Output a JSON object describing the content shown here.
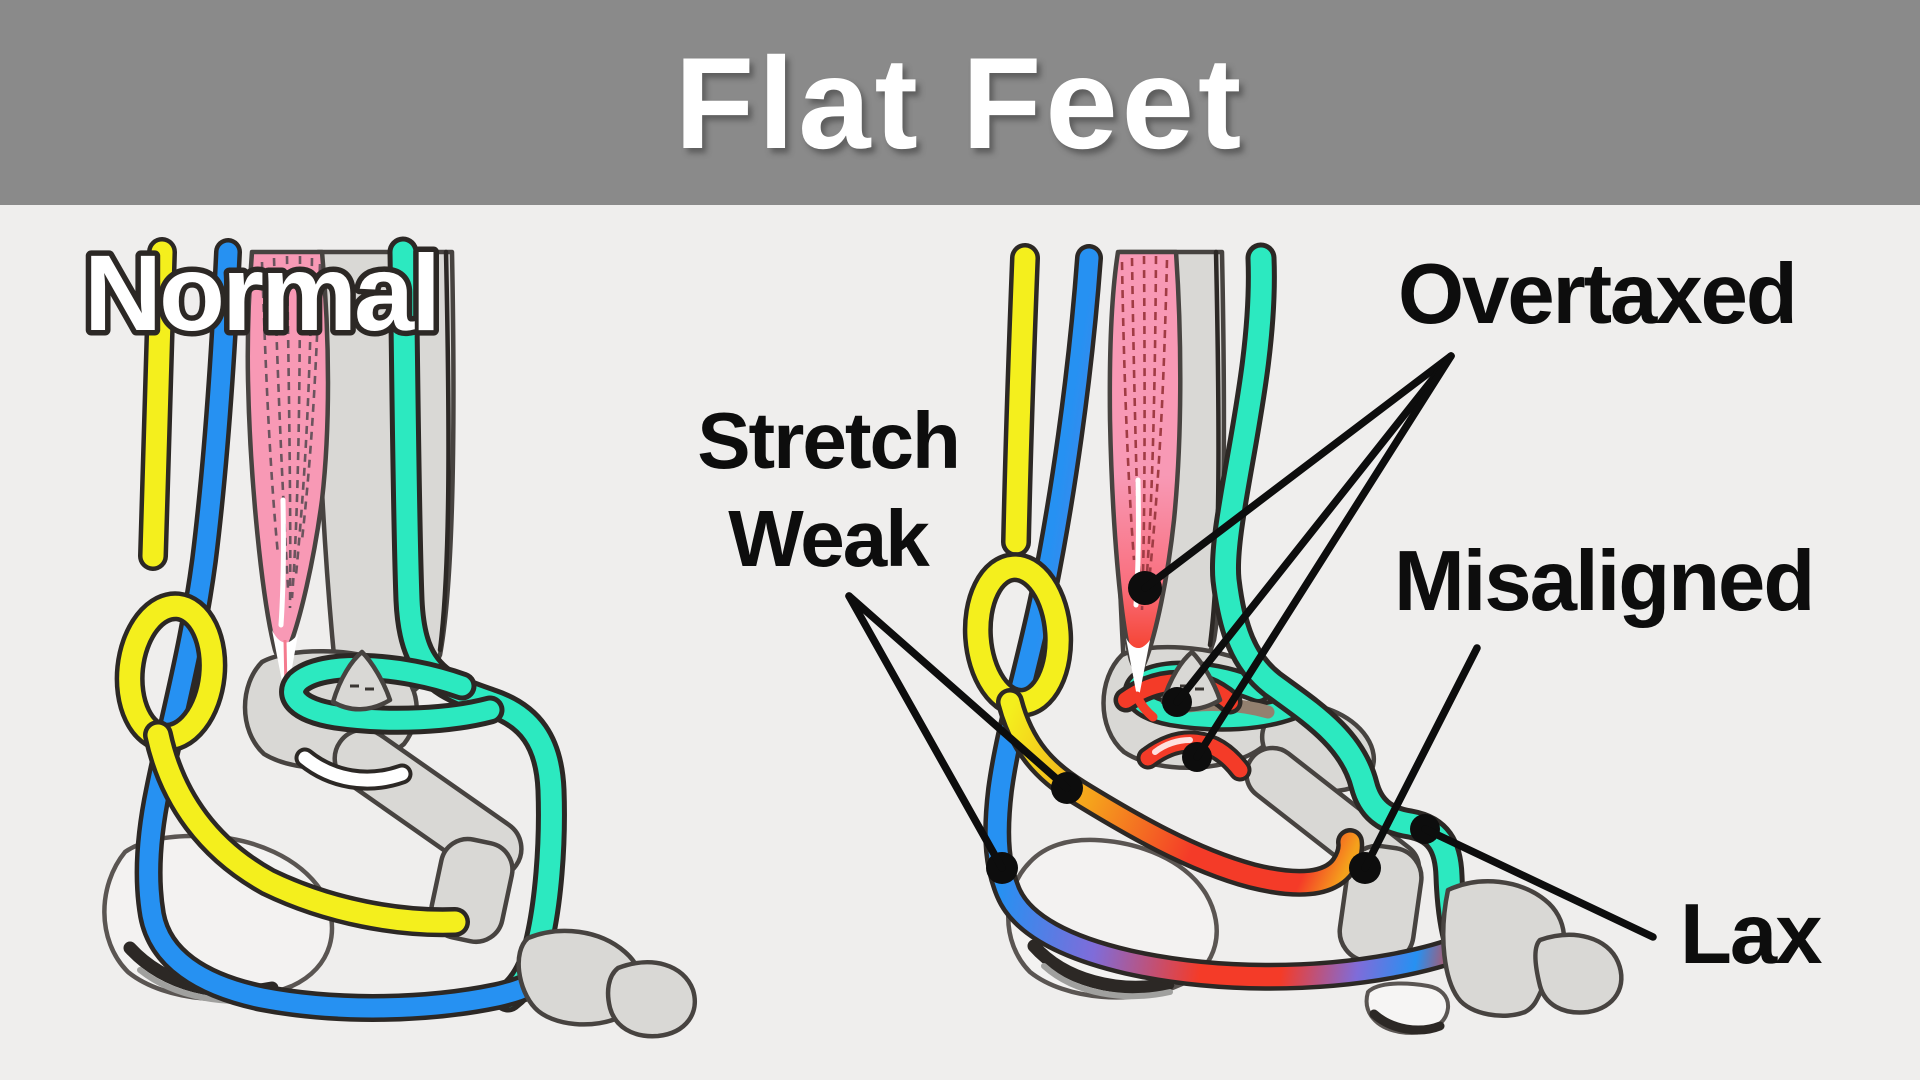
{
  "title": "Flat Feet",
  "figures": {
    "normal": {
      "label": "Normal"
    },
    "flat": {
      "labels": {
        "stretch_line1": "Stretch",
        "stretch_line2": "Weak",
        "overtaxed": "Overtaxed",
        "misaligned": "Misaligned",
        "lax": "Lax"
      }
    }
  },
  "colors": {
    "banner": "#8a8a8a",
    "background": "#efeeed",
    "title_text": "#ffffff",
    "label_text": "#0d0d0d",
    "outline_dark": "#2c2825",
    "bone": "#d9d8d5",
    "bone_outline": "#474340",
    "bone_white": "#f6f5f4",
    "muscle_pink": "#f899b5",
    "muscle_mid": "#f9707f",
    "muscle_red": "#f5402c",
    "fiber": "#6b545e",
    "fiber_red": "#a03c44",
    "tendon_yellow": "#f4ef1d",
    "tendon_orange": "#f5a11c",
    "tendon_red": "#f43b28",
    "tendon_blue": "#2691f2",
    "tendon_purple": "#7f6cd9",
    "tendon_teal": "#2ce9c0",
    "ligament_brown": "#93806f",
    "marker_black": "#0d0d0d"
  }
}
